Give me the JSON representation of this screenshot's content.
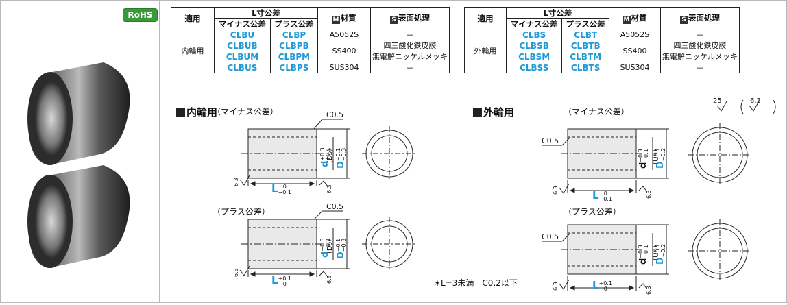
{
  "badge": "RoHS",
  "roughness_symbol": {
    "a": "25",
    "b": "6.3"
  },
  "tables": {
    "headers": {
      "apply": "適用",
      "l_tol": "L寸公差",
      "minus": "マイナス公差",
      "plus": "プラス公差",
      "material": "材質",
      "m_icon": "M",
      "surface": "表面処理",
      "s_icon": "S"
    },
    "inner": {
      "group": "内輪用",
      "rows": [
        {
          "minus": "CLBU",
          "plus": "CLBP",
          "material": "A5052S",
          "surface": "—"
        },
        {
          "minus": "CLBUB",
          "plus": "CLBPB",
          "material": "SS400",
          "surface": "四三酸化鉄皮膜"
        },
        {
          "minus": "CLBUM",
          "plus": "CLBPM",
          "material": "",
          "surface": "無電解ニッケルメッキ"
        },
        {
          "minus": "CLBUS",
          "plus": "CLBPS",
          "material": "SUS304",
          "surface": "—"
        }
      ]
    },
    "outer": {
      "group": "外輪用",
      "rows": [
        {
          "minus": "CLBS",
          "plus": "CLBT",
          "material": "A5052S",
          "surface": "—"
        },
        {
          "minus": "CLBSB",
          "plus": "CLBTB",
          "material": "SS400",
          "surface": "四三酸化鉄皮膜"
        },
        {
          "minus": "CLBSM",
          "plus": "CLBTM",
          "material": "",
          "surface": "無電解ニッケルメッキ"
        },
        {
          "minus": "CLBSS",
          "plus": "CLBTS",
          "material": "SUS304",
          "surface": "—"
        }
      ]
    }
  },
  "inner_section": {
    "title": "内輪用",
    "minus_label": "（マイナス公差）",
    "plus_label": "（プラス公差）",
    "chamfer": "C0.5",
    "d": "d",
    "d_tol_up": "+0.3",
    "d_tol_lo": "+0.1",
    "ds": "(Ds)",
    "D": "D",
    "D_tol_up": "−0.1",
    "D_tol_lo": "−0.3",
    "L": "L",
    "L_minus_up": "0",
    "L_minus_lo": "−0.1",
    "L_plus_up": "+0.1",
    "L_plus_lo": "0",
    "rough": "6.3"
  },
  "outer_section": {
    "title": "外輪用",
    "minus_label": "（マイナス公差）",
    "plus_label": "（プラス公差）",
    "chamfer": "C0.5",
    "d": "d",
    "d_tol_up": "+0.3",
    "d_tol_lo": "+0.1",
    "dh": "(Dh)",
    "D": "D",
    "D_tol_up": "−0.1",
    "D_tol_lo": "−0.2",
    "L": "L",
    "L_minus_up": "0",
    "L_minus_lo": "−0.1",
    "L_plus_up": "+0.1",
    "L_plus_lo": "0",
    "rough": "6.3"
  },
  "footnote": "∗L=3未満　C0.2以下"
}
